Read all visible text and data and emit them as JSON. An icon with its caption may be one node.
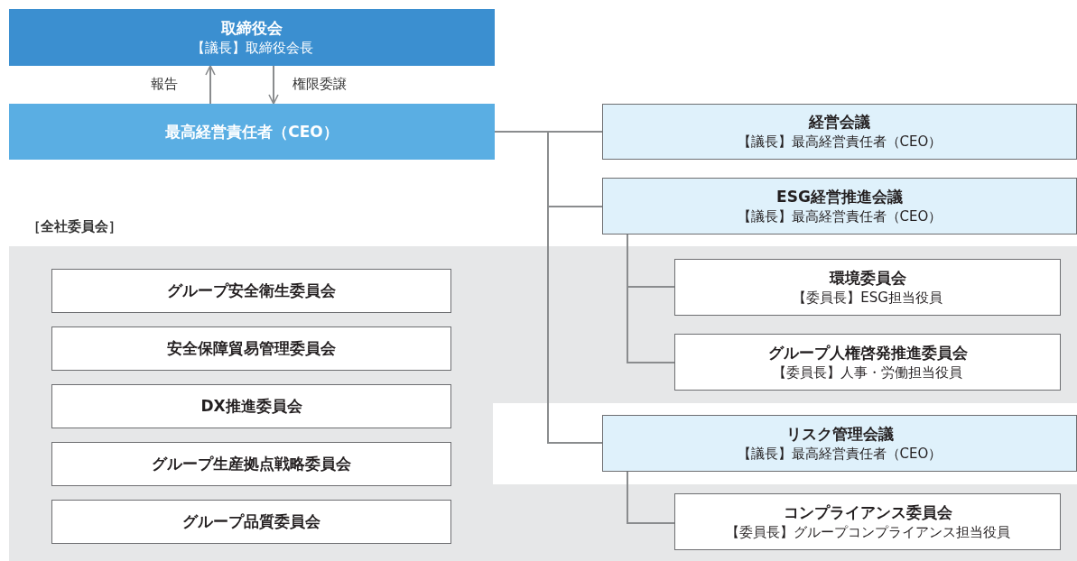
{
  "diagram": {
    "nodes": [
      {
        "text": [
          "取締役会",
          "【議長】取締役会長"
        ]
      },
      {
        "text": [
          "最高経営責任者（CEO）"
        ]
      },
      {
        "text": [
          "経営会議",
          "【議長】最高経営責任者（CEO）"
        ]
      },
      {
        "text": [
          "ESG経営推進会議",
          "【議長】最高経営責任者（CEO）"
        ]
      },
      {
        "text": [
          "［全社委員会］"
        ]
      },
      {
        "text": [
          "環境委員会",
          "【委員長】ESG担当役員"
        ],
        "in": 4
      },
      {
        "text": [
          "グループ人権啓発推進委員会",
          "【委員長】人事・労働担当役員"
        ],
        "in": 4
      },
      {
        "text": [
          "リスク管理会議",
          "【議長】最高経営責任者（CEO）"
        ]
      },
      {
        "text": [
          "コンプライアンス委員会",
          "【委員長】グループコンプライアンス担当役員"
        ],
        "in": 4
      },
      {
        "text": [
          "グループ安全衛生委員会"
        ],
        "in": 4
      },
      {
        "text": [
          "安全保障貿易管理委員会"
        ],
        "in": 4
      },
      {
        "text": [
          "DX推進委員会"
        ],
        "in": 4
      },
      {
        "text": [
          "グループ生産拠点戦略委員会"
        ],
        "in": 4
      },
      {
        "text": [
          "グループ品質委員会"
        ],
        "in": 4
      }
    ],
    "edges": [
      {
        "from": 1,
        "to": 0,
        "arrow": "to",
        "label": "報告"
      },
      {
        "from": 0,
        "to": 1,
        "arrow": "to",
        "label": "権限委譲"
      },
      {
        "from": 1,
        "to": 2,
        "arrow": "none"
      },
      {
        "from": 1,
        "to": 3,
        "arrow": "none"
      },
      {
        "from": 1,
        "to": 7,
        "arrow": "none"
      },
      {
        "from": 3,
        "to": 5,
        "arrow": "none"
      },
      {
        "from": 3,
        "to": 6,
        "arrow": "none"
      },
      {
        "from": 7,
        "to": 8,
        "arrow": "none"
      }
    ]
  }
}
